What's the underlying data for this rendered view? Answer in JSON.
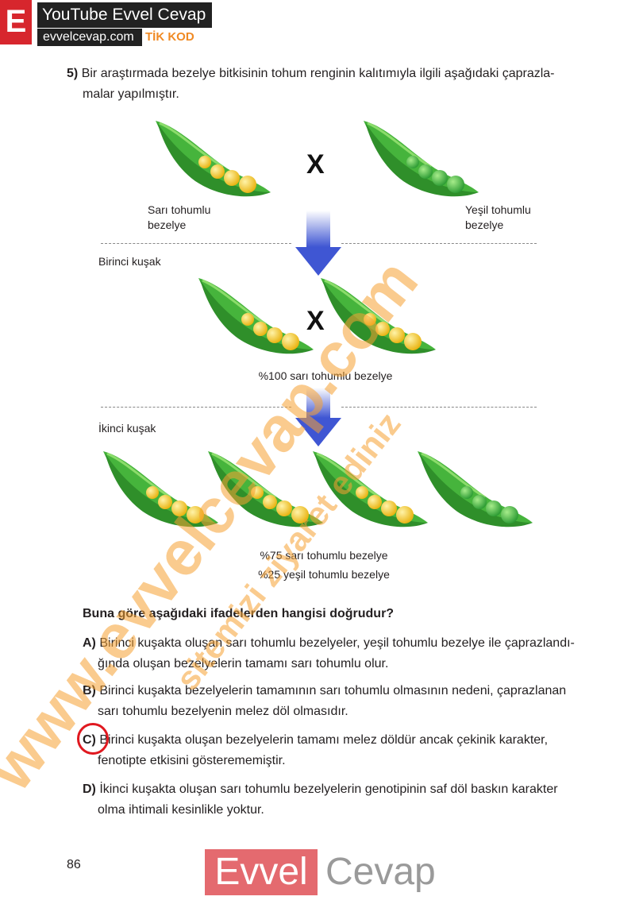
{
  "header": {
    "logo_letter": "E",
    "title": "YouTube Evvel Cevap",
    "site": "evvelcevap.com",
    "tag": "TİK KOD"
  },
  "question": {
    "number": "5)",
    "line1": "Bir araştırmada bezelye bitkisinin tohum renginin kalıtımıyla ilgili aşağıdaki çaprazla-",
    "line2": "malar yapılmıştır."
  },
  "diagram": {
    "cross_symbol": "X",
    "parent_yellow_label_1": "Sarı tohumlu",
    "parent_yellow_label_2": "bezelye",
    "parent_green_label_1": "Yeşil tohumlu",
    "parent_green_label_2": "bezelye",
    "f1_title": "Birinci kuşak",
    "f1_result": "%100 sarı tohumlu bezelye",
    "f2_title": "İkinci kuşak",
    "f2_result_1": "%75 sarı tohumlu bezelye",
    "f2_result_2": "%25 yeşil tohumlu bezelye",
    "colors": {
      "yellow_pea": "#f3c21a",
      "green_pea": "#3fb54a",
      "pod": "#4cb843",
      "arrow": "#4b5fd6"
    }
  },
  "prompt": "Buna göre aşağıdaki ifadelerden hangisi doğrudur?",
  "options": [
    {
      "key": "A)",
      "l1": "Birinci kuşakta oluşan sarı tohumlu bezelyeler, yeşil tohumlu bezelye ile çaprazlandı-",
      "l2": "ğında oluşan bezelyelerin tamamı sarı tohumlu olur."
    },
    {
      "key": "B)",
      "l1": "Birinci kuşakta bezelyelerin tamamının sarı tohumlu olmasının nedeni, çaprazlanan",
      "l2": "sarı tohumlu bezelyenin melez döl olmasıdır."
    },
    {
      "key": "C)",
      "l1": "Birinci kuşakta oluşan bezelyelerin tamamı melez döldür ancak çekinik karakter,",
      "l2": "fenotipte etkisini gösterememiştir.",
      "selected": true
    },
    {
      "key": "D)",
      "l1": "İkinci kuşakta oluşan sarı tohumlu bezelyelerin genotipinin saf döl baskın karakter",
      "l2": "olma ihtimali kesinlikle yoktur."
    }
  ],
  "page_number": "86",
  "footer": {
    "brand_1": "Evvel",
    "brand_2": "Cevap"
  },
  "watermarks": {
    "big": "www.evvelcevap.com",
    "small": "sitemizi ziyaret ediniz"
  }
}
